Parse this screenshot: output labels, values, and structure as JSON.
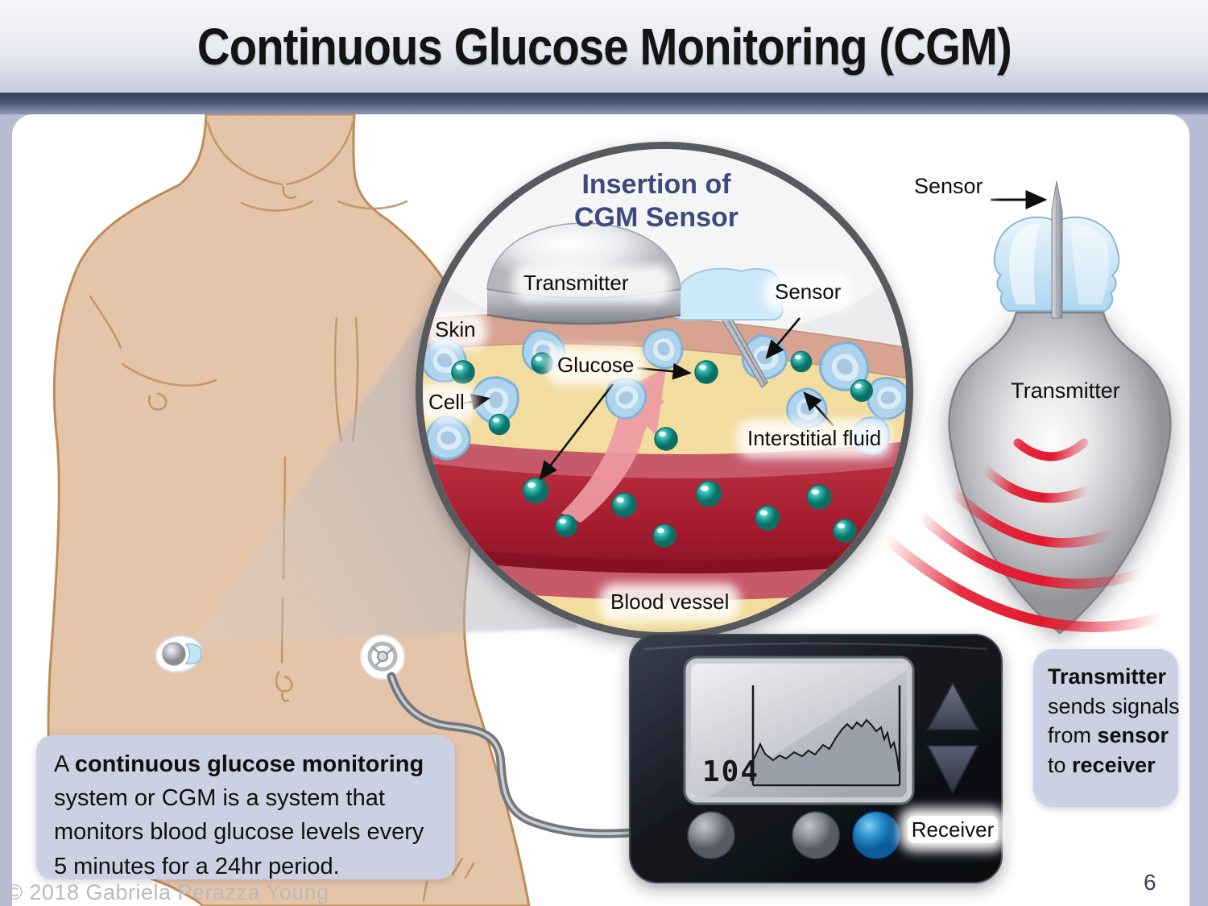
{
  "slide": {
    "title": "Continuous Glucose Monitoring (CGM)",
    "page_number": "6",
    "copyright": "© 2018 Gabriela Perazza Young"
  },
  "inset": {
    "title_line1": "Insertion of",
    "title_line2": "CGM Sensor",
    "labels": {
      "transmitter": "Transmitter",
      "sensor": "Sensor",
      "skin": "Skin",
      "glucose": "Glucose",
      "cell": "Cell",
      "interstitial_fluid": "Interstitial fluid",
      "blood_vessel": "Blood vessel"
    }
  },
  "device": {
    "sensor_label": "Sensor",
    "transmitter_label": "Transmitter"
  },
  "receiver": {
    "reading": "104",
    "label": "Receiver"
  },
  "caption_left": {
    "lines": [
      [
        {
          "t": "A ",
          "b": false
        },
        {
          "t": "continuous glucose monitoring",
          "b": true
        }
      ],
      [
        {
          "t": "system or CGM is a system that",
          "b": false
        }
      ],
      [
        {
          "t": "monitors blood glucose levels every",
          "b": false
        }
      ],
      [
        {
          "t": "5 minutes for a 24hr period.",
          "b": false
        }
      ]
    ]
  },
  "caption_right": {
    "lines": [
      [
        {
          "t": "Transmitter",
          "b": true
        }
      ],
      [
        {
          "t": "sends signals",
          "b": false
        }
      ],
      [
        {
          "t": "from ",
          "b": false
        },
        {
          "t": "sensor",
          "b": true
        }
      ],
      [
        {
          "t": "to ",
          "b": false
        },
        {
          "t": "receiver",
          "b": true
        }
      ]
    ]
  },
  "colors": {
    "page_bg": "#b6bcd2",
    "accent_navy": "#3e4a7e",
    "caption_bg": "#cbd1e2",
    "signal_red": "#e3182d",
    "vessel_red": "#a91c30",
    "interstitial_yellow": "#f2dc9e",
    "glucose_teal": "#27a096",
    "cell_blue": "#aed3ec",
    "skin_tone": "#e5c5aa",
    "receiver_button_blue": "#1d7fc1"
  }
}
